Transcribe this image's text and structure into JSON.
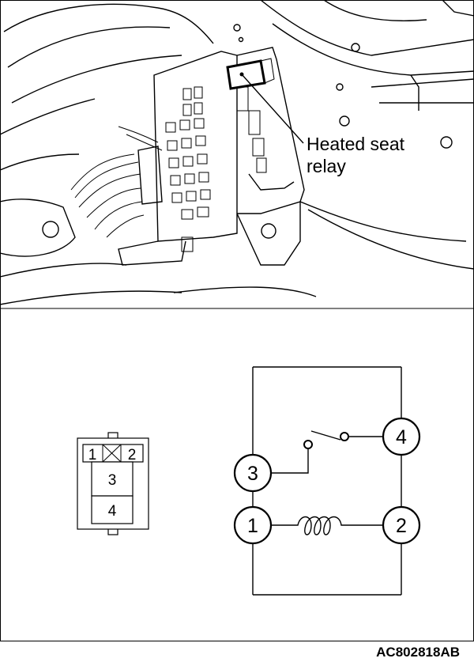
{
  "photo_callout": {
    "label_line1": "Heated seat",
    "label_line2": "relay"
  },
  "connector": {
    "pin1": "1",
    "pin2": "2",
    "pin3": "3",
    "pin4": "4"
  },
  "schematic": {
    "t1": "1",
    "t2": "2",
    "t3": "3",
    "t4": "4"
  },
  "figure_code": "AC802818AB"
}
